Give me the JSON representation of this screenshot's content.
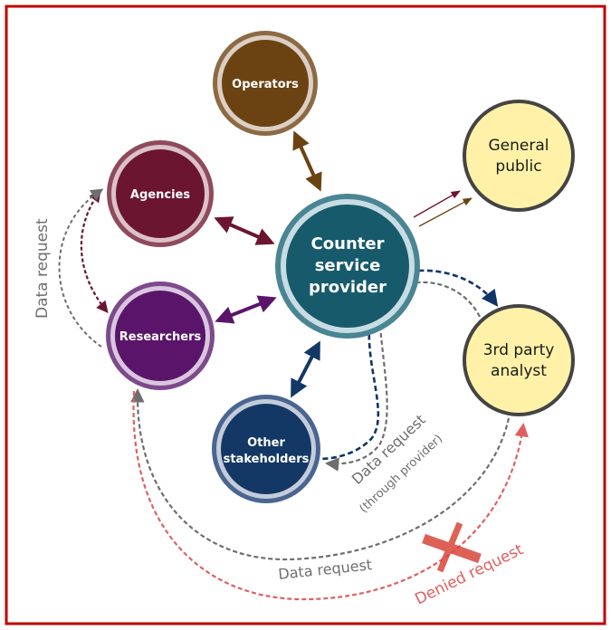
{
  "diagram": {
    "nodes": {
      "operators": {
        "label": [
          "Operators"
        ],
        "fill": "#6b4312",
        "ring": "#dccfc4",
        "border": "#8c6a44"
      },
      "agencies": {
        "label": [
          "Agencies"
        ],
        "fill": "#6b1530",
        "ring": "#dcc2c9",
        "border": "#8f4a5c"
      },
      "researchers": {
        "label": [
          "Researchers"
        ],
        "fill": "#5a156a",
        "ring": "#dac7df",
        "border": "#7d4a8c"
      },
      "provider": {
        "label": [
          "Counter",
          "service",
          "provider"
        ],
        "fill": "#175a6b",
        "ring": "#c8dde3",
        "border": "#4a8594"
      },
      "stakeholders": {
        "label": [
          "Other",
          "stakeholders"
        ],
        "fill": "#143865",
        "ring": "#c4ccdb",
        "border": "#4a6590"
      },
      "public": {
        "label": [
          "General",
          "public"
        ],
        "fill": "#fff2a8",
        "border": "#444444"
      },
      "analyst": {
        "label": [
          "3rd party",
          "analyst"
        ],
        "fill": "#fff2a8",
        "border": "#444444"
      }
    },
    "edge_labels": {
      "data_request_left": "Data request",
      "data_request_through_1": "Data request",
      "data_request_through_2": "(through provider)",
      "data_request_bottom": "Data request",
      "denied_request": "Denied request"
    },
    "colors": {
      "frame": "#c00000",
      "gray_dashed": "#6e6e6e",
      "red_dashed": "#e06060",
      "navy_dashed": "#0f3468",
      "deny_cross": "#d9463a"
    }
  }
}
